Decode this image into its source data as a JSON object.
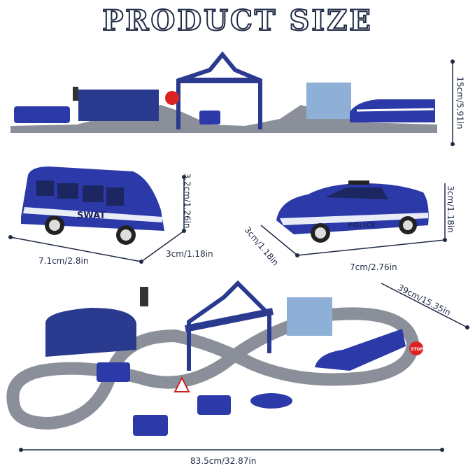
{
  "title": "PRODUCT SIZE",
  "dimensions": {
    "set_height": "15cm/5.91in",
    "van_height": "3.2cm/1.26in",
    "van_length": "7.1cm/2.8in",
    "van_width": "3cm/1.18in",
    "car_height": "3cm/1.18in",
    "car_width": "3cm/1.18in",
    "car_length": "7cm/2.76in",
    "layout_depth": "39cm/15.35in",
    "layout_length": "83.5cm/32.87in"
  },
  "artwork_lettering": {
    "van_label": "SWAT",
    "car_label": "POLICE",
    "stop_sign": "STOP"
  },
  "colors": {
    "toy_blue": "#2b3aa8",
    "track_gray": "#8a8f99",
    "line_navy": "#1f2a44"
  }
}
